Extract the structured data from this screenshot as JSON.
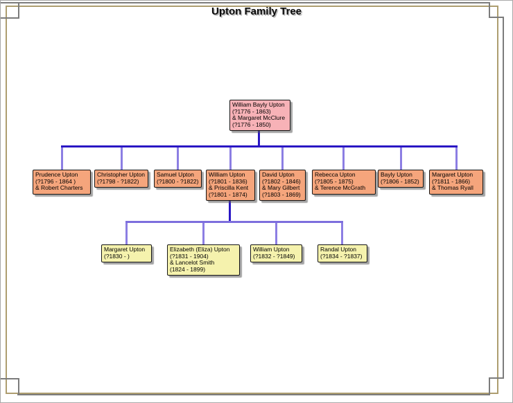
{
  "title": "Upton Family Tree",
  "colors": {
    "root_box_fill": "#f7b2b7",
    "gen2_box_fill": "#f5a57c",
    "gen3_box_fill": "#f5f2ad",
    "box_border": "#151515",
    "connector_main": "#2a17c4",
    "connector_drop": "#8c7ee3",
    "frame_tan": "#ad9d6f",
    "frame_gray": "#7b7b7b"
  },
  "tree": {
    "root": {
      "lines": [
        "William Bayly Upton",
        "(?1776 - 1863)",
        "& Margaret McClure",
        "(?1776 - 1850)"
      ],
      "children": [
        {
          "lines": [
            "Prudence Upton",
            "(?1796 - 1864 )",
            "& Robert Charters"
          ]
        },
        {
          "lines": [
            "Christopher Upton",
            "(?1798 - ?1822)"
          ]
        },
        {
          "lines": [
            "Samuel Upton",
            "(?1800 - ?1822)"
          ]
        },
        {
          "lines": [
            "William Upton",
            "(?1801 - 1836)",
            "& Priscilla Kent",
            "(?1801 - 1874)"
          ],
          "children": [
            {
              "lines": [
                "Margaret Upton",
                "(?1830 - )"
              ]
            },
            {
              "lines": [
                "Elizabeth (Eliza) Upton",
                "(?1831 - 1904)",
                "& Lancelot Smith",
                "(1824 - 1899)"
              ]
            },
            {
              "lines": [
                "William Upton",
                "(?1832 - ?1849)"
              ]
            },
            {
              "lines": [
                "Randal Upton",
                "(?1834 - ?1837)"
              ]
            }
          ]
        },
        {
          "lines": [
            "David Upton",
            "(?1802 - 1846)",
            "& Mary Gilbert",
            "(?1803 - 1869)"
          ]
        },
        {
          "lines": [
            "Rebecca Upton",
            "(?1805 - 1875)",
            "& Terence McGrath"
          ]
        },
        {
          "lines": [
            "Bayly Upton",
            "(?1806 - 1852)"
          ]
        },
        {
          "lines": [
            "Margaret Upton",
            "(?1811 - 1866)",
            "& Thomas Ryall"
          ]
        }
      ]
    }
  }
}
